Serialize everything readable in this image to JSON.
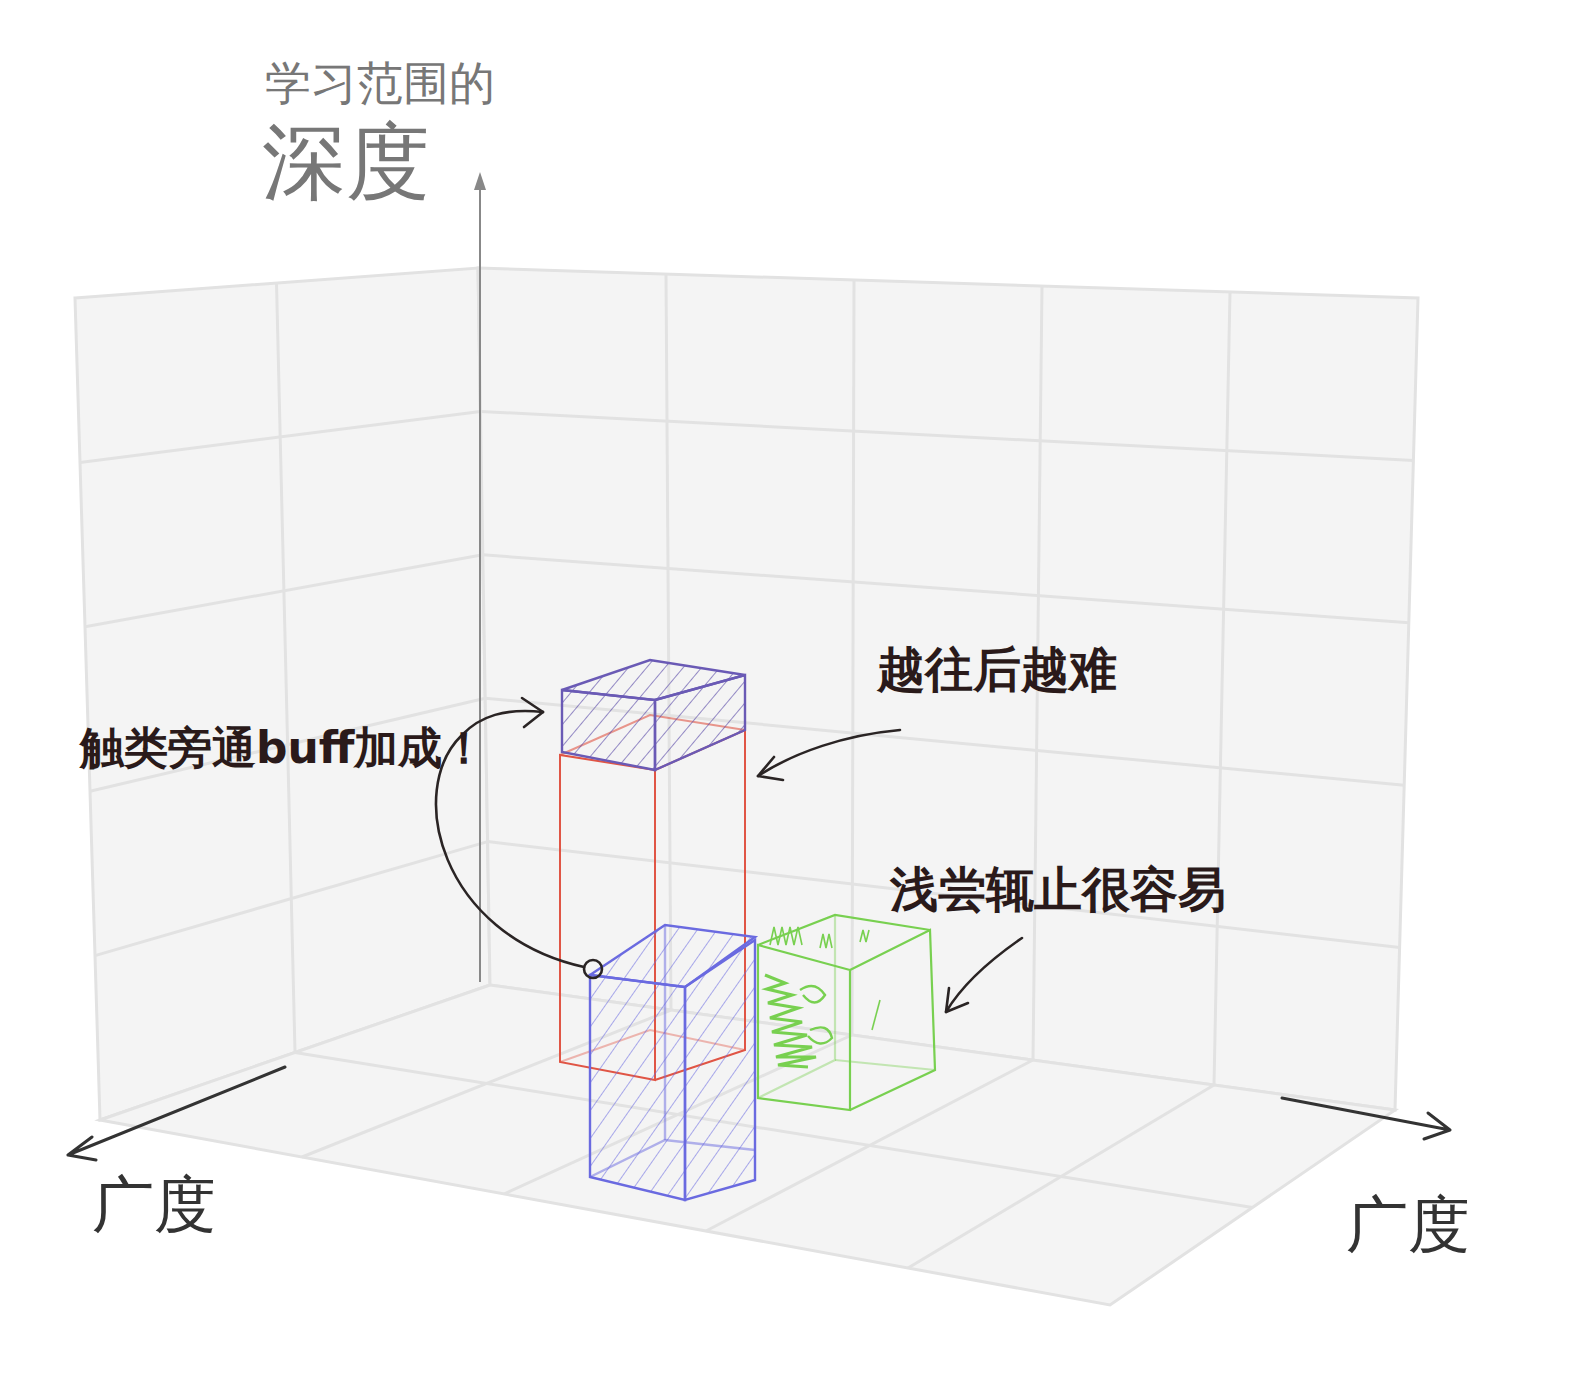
{
  "diagram": {
    "labels": [
      "学习范围的",
      "深度",
      "越往后越难",
      "触类旁通buff加成！",
      "浅尝辄止很容易",
      "广度",
      "广度"
    ]
  }
}
